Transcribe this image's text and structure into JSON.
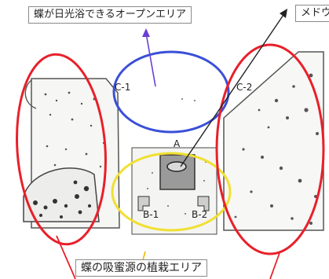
{
  "callouts": {
    "sunbathing_area": "蝶が日光浴できるオープンエリア",
    "meadow": "メドウ",
    "nectar_planting": "蝶の吸蜜源の植栽エリア"
  },
  "zones": {
    "c1": "C-1",
    "c2": "C-2",
    "a": "A",
    "b1": "B-1",
    "b2": "B-2"
  },
  "colors": {
    "sunbathing_circle": "#3a4fd8",
    "meadow_circle": "#e8202a",
    "nectar_circle": "#f0e030",
    "nectar_pointer": "#f5b800",
    "sunbathing_pointer": "#6a3fd6"
  }
}
